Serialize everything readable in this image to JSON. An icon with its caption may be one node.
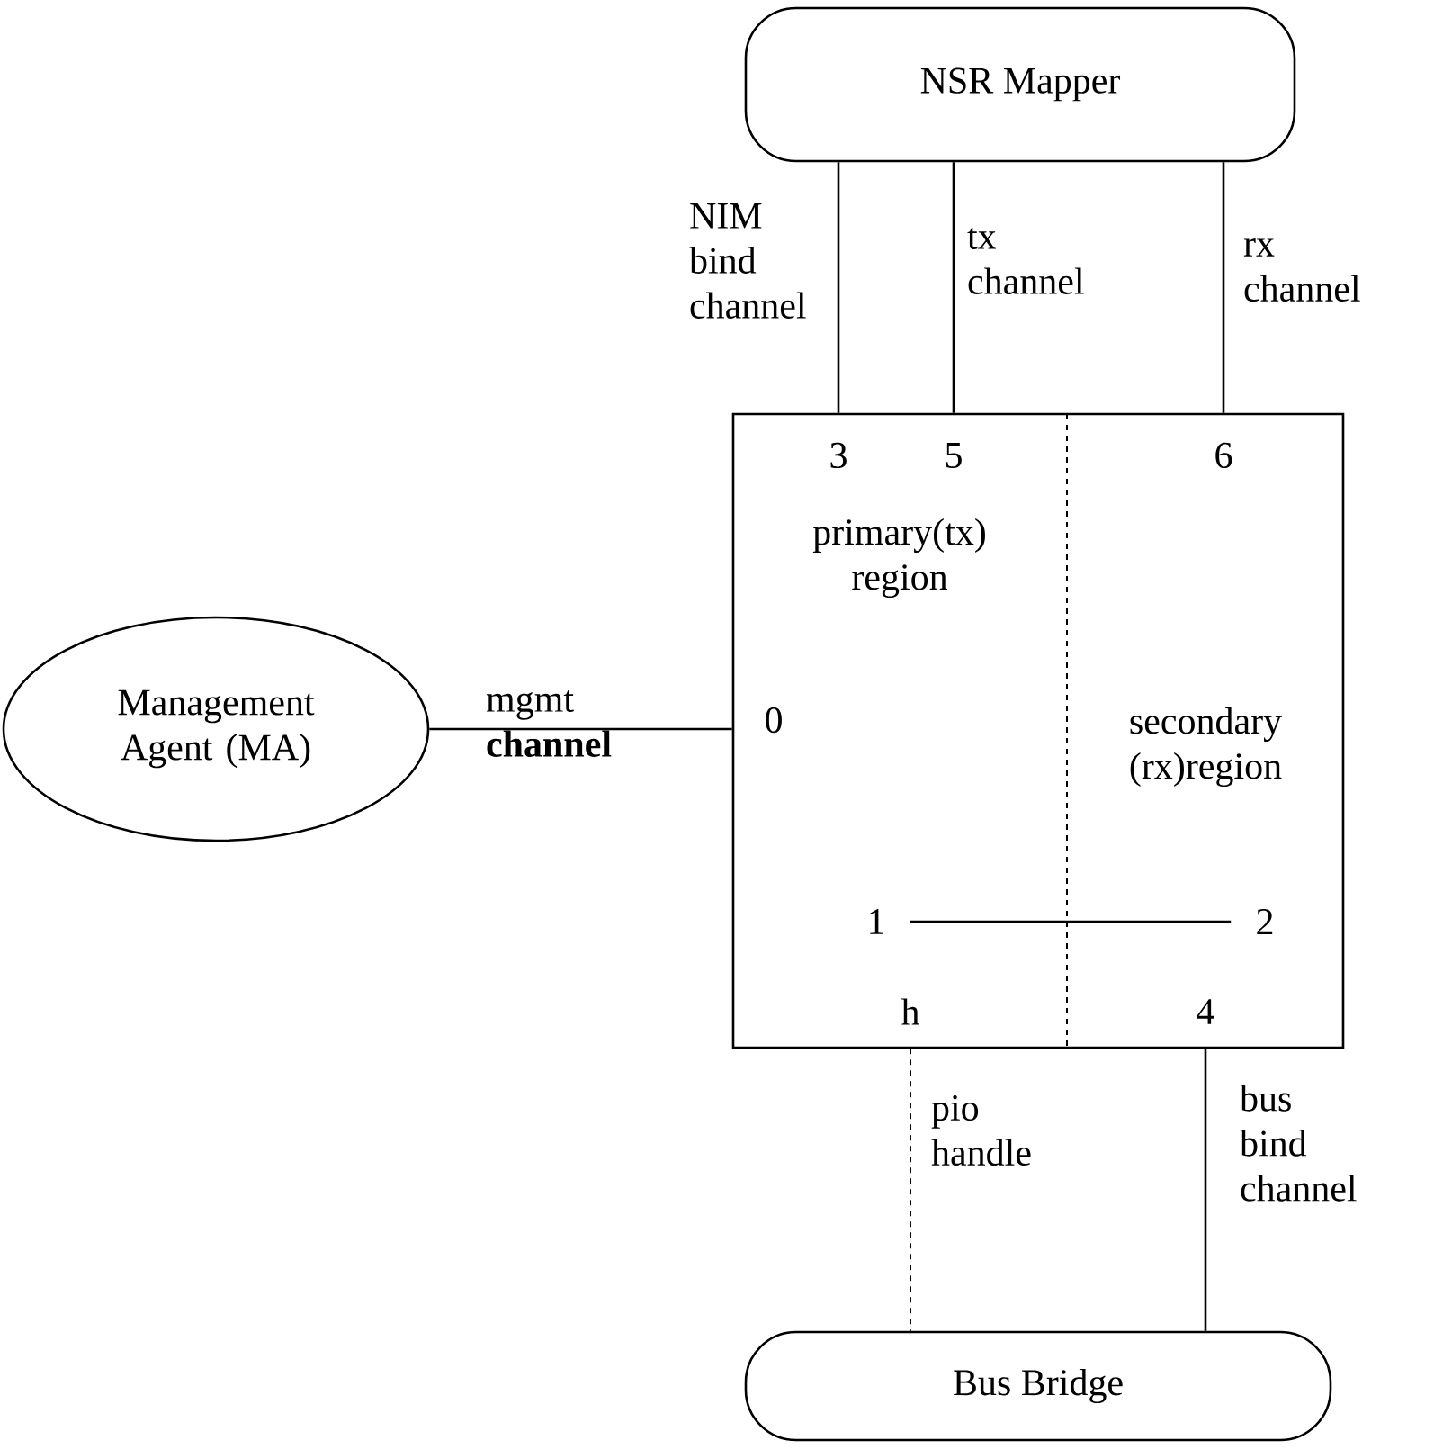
{
  "diagram": {
    "nodes": [
      {
        "text": [
          "NSR Mapper"
        ]
      },
      {
        "text": [
          "primary(tx) region",
          "secondary (rx)region"
        ]
      },
      {
        "text": [
          "3"
        ],
        "in": 1
      },
      {
        "text": [
          "5"
        ],
        "in": 1
      },
      {
        "text": [
          "6"
        ],
        "in": 1
      },
      {
        "text": [
          "0"
        ],
        "in": 1
      },
      {
        "text": [
          "1"
        ],
        "in": 1
      },
      {
        "text": [
          "2"
        ],
        "in": 1
      },
      {
        "text": [
          "h"
        ],
        "in": 1
      },
      {
        "text": [
          "4"
        ],
        "in": 1
      },
      {
        "text": [
          "Management Agent (MA)"
        ]
      },
      {
        "text": [
          "Bus Bridge"
        ]
      }
    ],
    "edges": [
      {
        "from": 0,
        "to": 2,
        "arrow": "none",
        "label": "NIM bind channel"
      },
      {
        "from": 0,
        "to": 3,
        "arrow": "none",
        "label": "tx channel"
      },
      {
        "from": 0,
        "to": 4,
        "arrow": "none",
        "label": "rx channel"
      },
      {
        "from": 10,
        "to": 5,
        "arrow": "none",
        "label": "mgmt **channel**"
      },
      {
        "from": 6,
        "to": 7,
        "arrow": "none"
      },
      {
        "from": 8,
        "to": 11,
        "arrow": "none",
        "style": "dashed",
        "label": "pio handle"
      },
      {
        "from": 9,
        "to": 11,
        "arrow": "none",
        "label": "bus bind channel"
      }
    ]
  }
}
